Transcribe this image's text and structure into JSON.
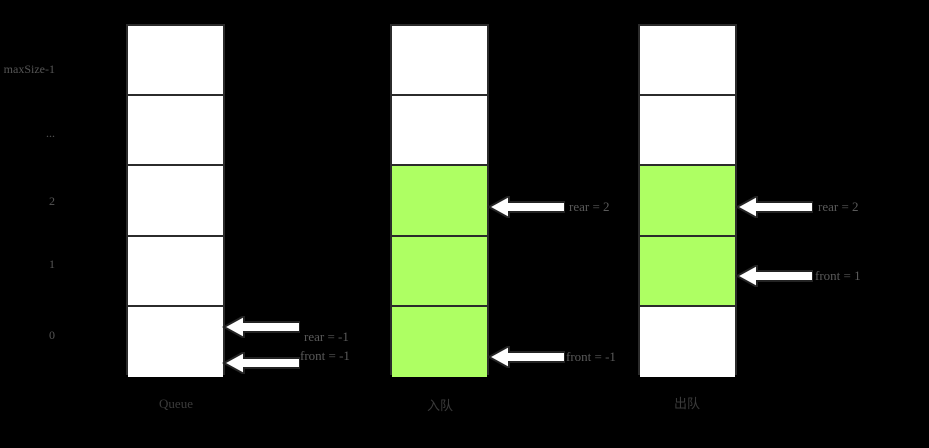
{
  "diagram": {
    "title": "Queue enqueue / dequeue pointer diagram",
    "background_color": "#000000",
    "cell_fill_color": "#aeff63",
    "cell_empty_color": "#ffffff",
    "border_color": "#2b2b2b",
    "label_color": "#565656"
  },
  "row_labels": [
    {
      "id": "maxsize-1",
      "text": "maxSize-1"
    },
    {
      "id": "ellipsis",
      "text": "..."
    },
    {
      "id": "two",
      "text": "2"
    },
    {
      "id": "one",
      "text": "1"
    },
    {
      "id": "zero",
      "text": "0"
    }
  ],
  "columns": [
    {
      "id": "queue",
      "caption": "Queue",
      "caption_is_cjk": false,
      "cells": [
        {
          "row": "maxSize-1",
          "filled": false
        },
        {
          "row": "...",
          "filled": false
        },
        {
          "row": "2",
          "filled": false
        },
        {
          "row": "1",
          "filled": false
        },
        {
          "row": "0",
          "filled": false
        }
      ],
      "pointers": [
        {
          "id": "rear",
          "label": "rear = -1",
          "row": "0",
          "arrow": "left-arrow-icon"
        },
        {
          "id": "front",
          "label": "front = -1",
          "row": "0",
          "arrow": "left-arrow-icon"
        }
      ]
    },
    {
      "id": "enqueue",
      "caption": "入队",
      "caption_is_cjk": true,
      "cells": [
        {
          "row": "maxSize-1",
          "filled": false
        },
        {
          "row": "...",
          "filled": false
        },
        {
          "row": "2",
          "filled": true
        },
        {
          "row": "1",
          "filled": true
        },
        {
          "row": "0",
          "filled": true
        }
      ],
      "pointers": [
        {
          "id": "rear",
          "label": "rear = 2",
          "row": "2",
          "arrow": "left-arrow-icon"
        },
        {
          "id": "front",
          "label": "front = -1",
          "row": "0",
          "arrow": "left-arrow-icon"
        }
      ]
    },
    {
      "id": "dequeue",
      "caption": "出队",
      "caption_is_cjk": true,
      "cells": [
        {
          "row": "maxSize-1",
          "filled": false
        },
        {
          "row": "...",
          "filled": false
        },
        {
          "row": "2",
          "filled": true
        },
        {
          "row": "1",
          "filled": true
        },
        {
          "row": "0",
          "filled": false
        }
      ],
      "pointers": [
        {
          "id": "rear",
          "label": "rear = 2",
          "row": "2",
          "arrow": "left-arrow-icon"
        },
        {
          "id": "front",
          "label": "front = 1",
          "row": "1",
          "arrow": "left-arrow-icon"
        }
      ]
    }
  ]
}
